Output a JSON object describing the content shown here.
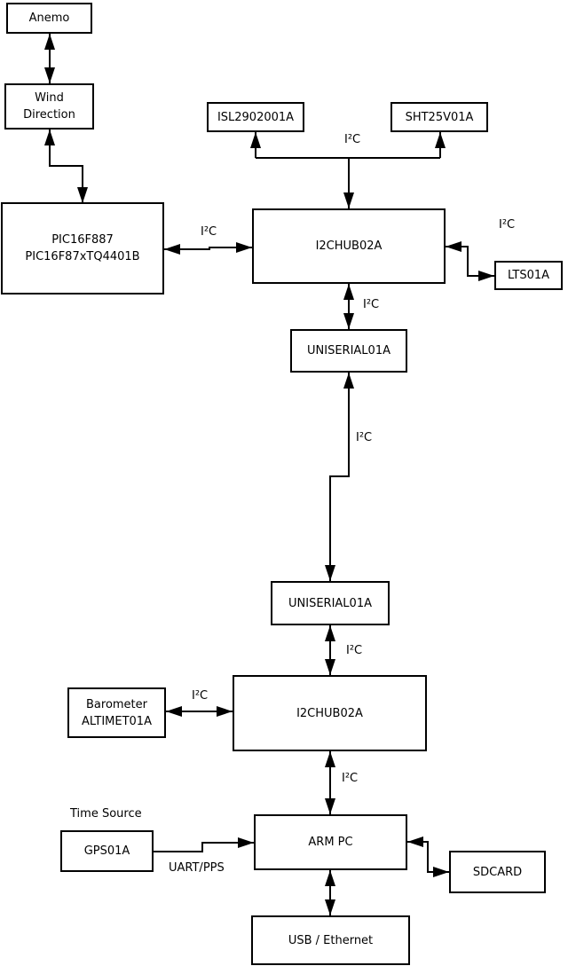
{
  "boxes": {
    "anemo": "Anemo",
    "wind_direction": "Wind\nDirection",
    "pic": "PIC16F887\nPIC16F87xTQ4401B",
    "isl": "ISL2902001A",
    "sht": "SHT25V01A",
    "i2chub_top": "I2CHUB02A",
    "lts": "LTS01A",
    "uniserial_top": "UNISERIAL01A",
    "uniserial_bottom": "UNISERIAL01A",
    "i2chub_bottom": "I2CHUB02A",
    "barometer": "Barometer\nALTIMET01A",
    "gps": "GPS01A",
    "armpc": "ARM PC",
    "sdcard": "SDCARD",
    "usb_ethernet": "USB / Ethernet"
  },
  "labels": {
    "bus_sensors": "I²C",
    "bus_pic": "I²C",
    "bus_lts": "I²C",
    "bus_hub_uniserial": "I²C",
    "bus_long": "I²C",
    "bus_uniserial_hub2": "I²C",
    "bus_barometer": "I²C",
    "bus_hub2_armpc": "I²C",
    "time_source": "Time Source",
    "uart_pps": "UART/PPS"
  },
  "colors": {
    "line": "#000000",
    "box_background": "#ffffff",
    "text": "#000000"
  }
}
